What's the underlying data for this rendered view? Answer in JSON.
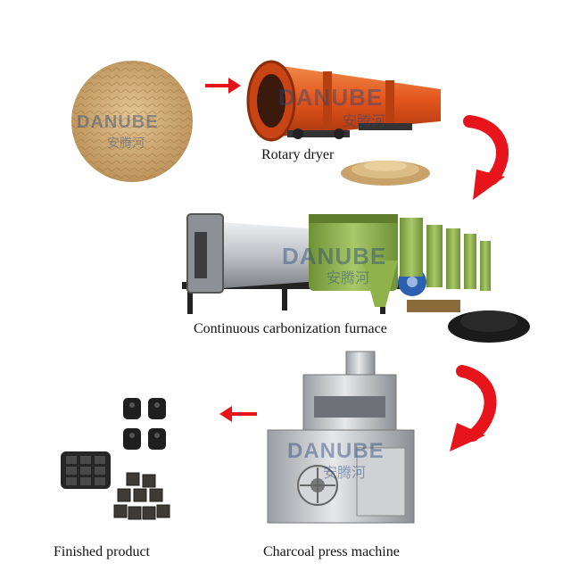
{
  "watermark": {
    "brand": "DANUBE",
    "cn": "安腾河"
  },
  "steps": [
    {
      "label": "Rotary dryer"
    },
    {
      "label": "Continuous carbonization furnace"
    },
    {
      "label": "Charcoal press machine"
    },
    {
      "label": "Finished product"
    }
  ],
  "colors": {
    "arrow": "#e8141b",
    "dryer": "#e2541c",
    "furnace_green": "#8fb24a",
    "steel": "#c9ccd0"
  }
}
